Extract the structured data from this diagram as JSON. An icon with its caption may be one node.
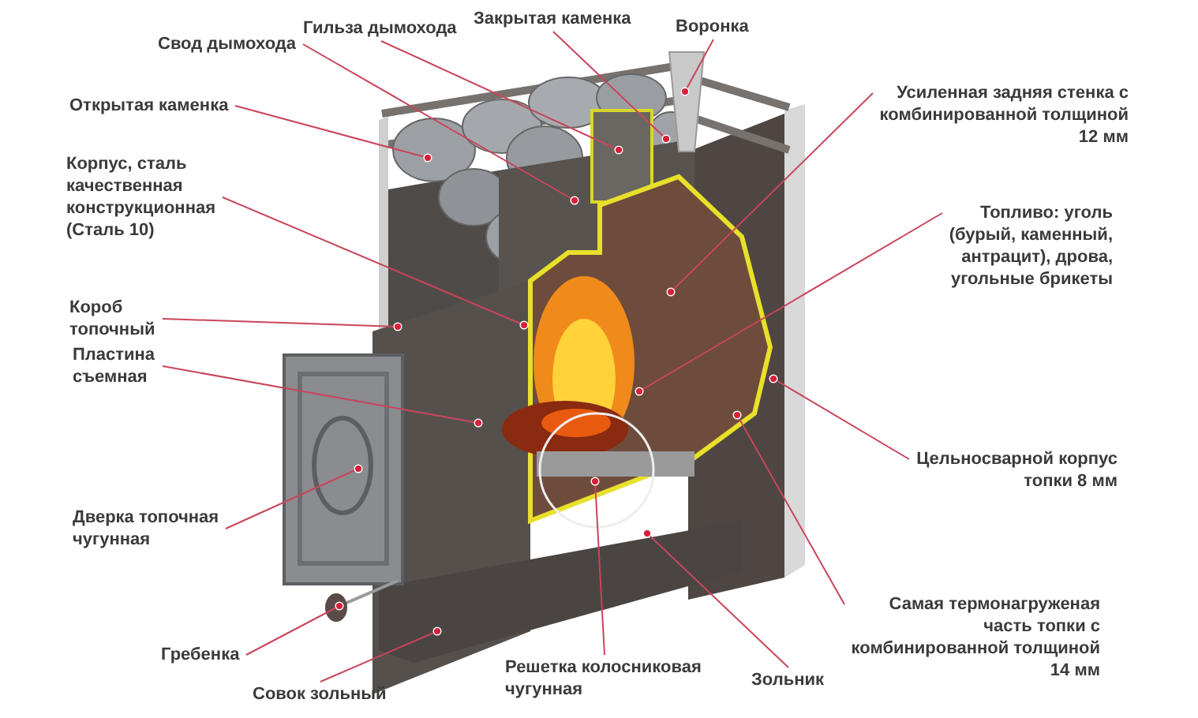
{
  "diagram": {
    "nodes": [
      {
        "text": [
          "Свод дымохода"
        ]
      },
      {
        "text": [
          "Гильза дымохода"
        ]
      },
      {
        "text": [
          "Закрытая каменка"
        ]
      },
      {
        "text": [
          "Воронка"
        ]
      },
      {
        "text": [
          "Усиленная задняя стенка с комбинированной толщиной 12 мм"
        ]
      },
      {
        "text": [
          "Открытая каменка"
        ]
      },
      {
        "text": [
          "Корпус, сталь качественная конструкционная (Сталь 10)"
        ]
      },
      {
        "text": [
          "Топливо: уголь (бурый, каменный, антрацит), дрова, угольные брикеты"
        ]
      },
      {
        "text": [
          "Короб топочный"
        ]
      },
      {
        "text": [
          "Пластина съемная"
        ]
      },
      {
        "text": [
          "Цельносварной корпус топки 8 мм"
        ]
      },
      {
        "text": [
          "Дверка топочная чугунная"
        ]
      },
      {
        "text": [
          "Самая термонагруженая часть топки с комбинированной толщиной 14 мм"
        ]
      },
      {
        "text": [
          "Гребенка"
        ]
      },
      {
        "text": [
          "Совок зольный"
        ]
      },
      {
        "text": [
          "Решетка колосниковая чугунная"
        ]
      },
      {
        "text": [
          "Зольник"
        ]
      }
    ],
    "edges": [
      {
        "from": 0,
        "to": null,
        "arrow": "other"
      },
      {
        "from": 1,
        "to": null,
        "arrow": "other"
      },
      {
        "from": 2,
        "to": null,
        "arrow": "other"
      },
      {
        "from": 3,
        "to": null,
        "arrow": "other"
      },
      {
        "from": 4,
        "to": null,
        "arrow": "other"
      },
      {
        "from": 5,
        "to": null,
        "arrow": "other"
      },
      {
        "from": 6,
        "to": null,
        "arrow": "other"
      },
      {
        "from": 7,
        "to": null,
        "arrow": "other"
      },
      {
        "from": 8,
        "to": null,
        "arrow": "other"
      },
      {
        "from": 9,
        "to": null,
        "arrow": "other"
      },
      {
        "from": 10,
        "to": null,
        "arrow": "other"
      },
      {
        "from": 11,
        "to": null,
        "arrow": "other"
      },
      {
        "from": 12,
        "to": null,
        "arrow": "other"
      },
      {
        "from": 13,
        "to": null,
        "arrow": "other"
      },
      {
        "from": 14,
        "to": null,
        "arrow": "other"
      },
      {
        "from": 15,
        "to": null,
        "arrow": "other"
      },
      {
        "from": 16,
        "to": null,
        "arrow": "other"
      }
    ]
  }
}
